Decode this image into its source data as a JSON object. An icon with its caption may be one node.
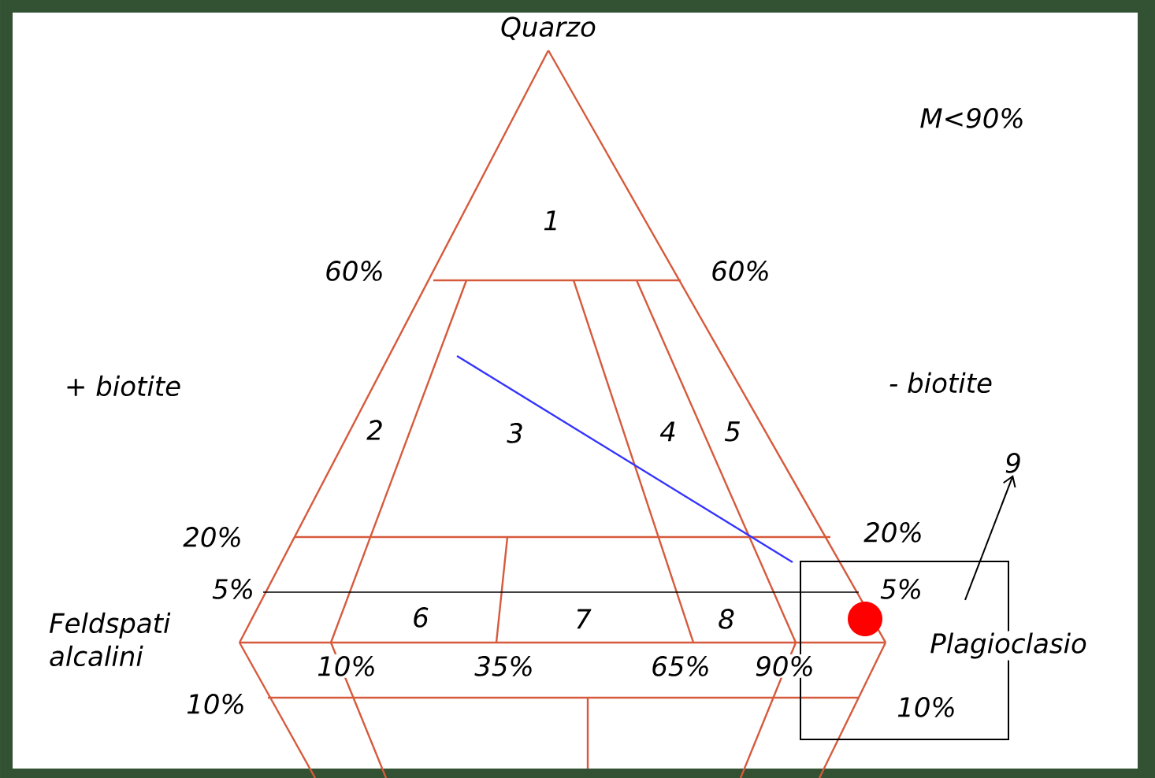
{
  "diagram": {
    "nodes": [
      {
        "text": [
          "9"
        ]
      },
      {
        "text": [],
        "shape": "box"
      }
    ],
    "edges": [
      {
        "from": 1,
        "to": 0,
        "arrow": "to"
      }
    ],
    "labels": [
      "Quarzo",
      "M<90%",
      "1",
      "60%",
      "60%",
      "+ biotite",
      "- biotite",
      "2",
      "3",
      "4",
      "5",
      "20%",
      "20%",
      "5%",
      "5%",
      "Feldspati alcalini",
      "6",
      "7",
      "8",
      "Plagioclasio",
      "10%",
      "35%",
      "65%",
      "90%",
      "10%",
      "10%"
    ]
  }
}
